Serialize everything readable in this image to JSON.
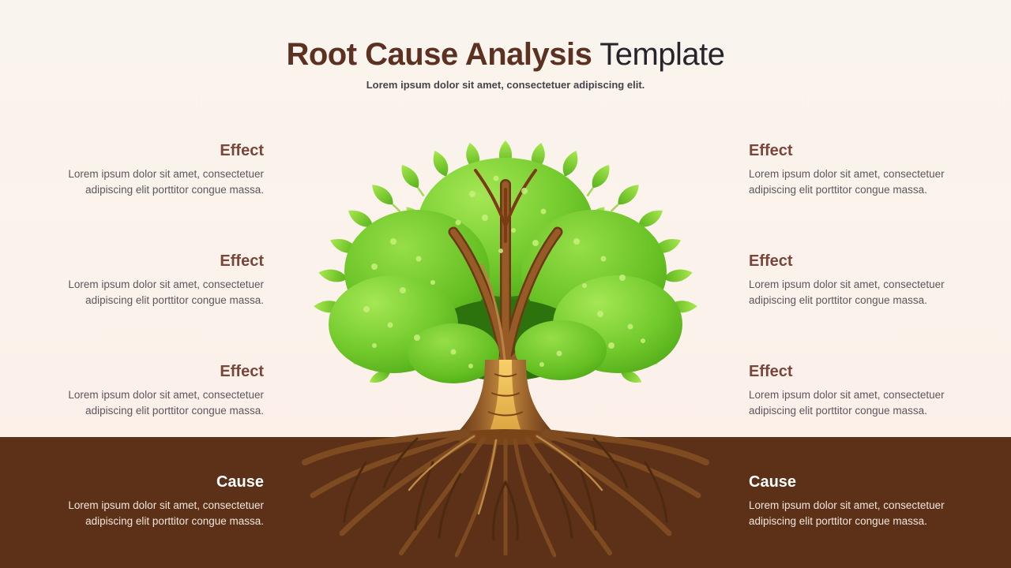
{
  "title": {
    "accent": "Root Cause Analysis",
    "rest": " Template"
  },
  "subtitle": "Lorem ipsum dolor sit amet, consectetuer adipiscing elit.",
  "effects": [
    {
      "side": "left",
      "label": "Effect",
      "body": "Lorem ipsum dolor sit amet, consectetuer adipiscing elit porttitor congue massa."
    },
    {
      "side": "left",
      "label": "Effect",
      "body": "Lorem ipsum dolor sit amet, consectetuer adipiscing elit porttitor congue massa."
    },
    {
      "side": "left",
      "label": "Effect",
      "body": "Lorem ipsum dolor sit amet, consectetuer adipiscing elit porttitor congue massa."
    },
    {
      "side": "right",
      "label": "Effect",
      "body": "Lorem ipsum dolor sit amet, consectetuer adipiscing elit porttitor congue massa."
    },
    {
      "side": "right",
      "label": "Effect",
      "body": "Lorem ipsum dolor sit amet, consectetuer adipiscing elit porttitor congue massa."
    },
    {
      "side": "right",
      "label": "Effect",
      "body": "Lorem ipsum dolor sit amet, consectetuer adipiscing elit porttitor congue massa."
    }
  ],
  "causes": [
    {
      "side": "left",
      "label": "Cause",
      "body": "Lorem ipsum dolor sit amet, consectetuer adipiscing elit porttitor congue massa."
    },
    {
      "side": "right",
      "label": "Cause",
      "body": "Lorem ipsum dolor sit amet, consectetuer adipiscing elit porttitor congue massa."
    }
  ],
  "illustration": {
    "name": "tree-with-roots"
  },
  "colors": {
    "background_top": "#faf4ee",
    "background_bottom": "#fdeee7",
    "soil": "#5c3118",
    "title_accent": "#5c3122",
    "title_rest": "#26252c",
    "effect_heading": "#7a463a",
    "body_text": "#5b575c",
    "cause_heading": "#ffffff",
    "cause_body": "#f2e5dc",
    "canopy_green": "#6cc226",
    "trunk_brown": "#8a5426"
  }
}
